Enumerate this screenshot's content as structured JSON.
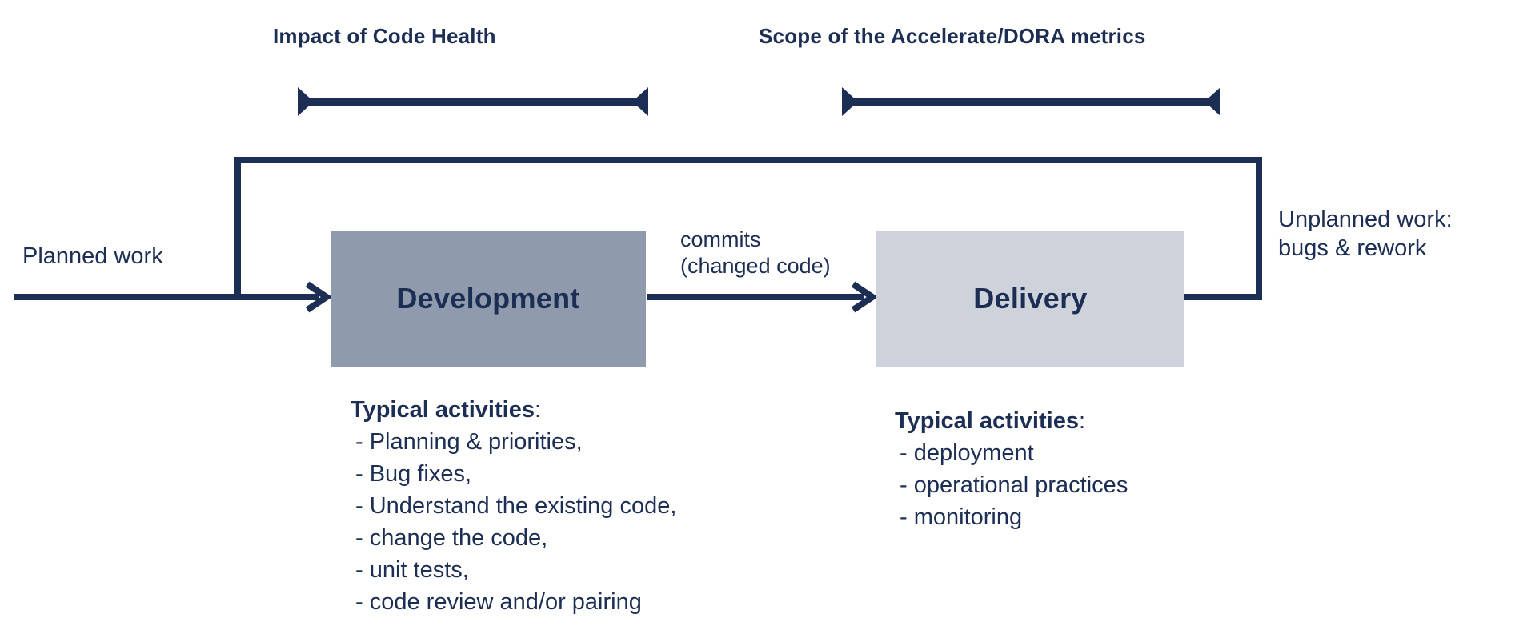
{
  "colors": {
    "navy": "#1d2e54",
    "devBoxFill": "#8f9aad",
    "deliveryBoxFill": "#ced3db",
    "background": "#ffffff"
  },
  "scopes": {
    "code_health": {
      "label": "Impact of Code Health"
    },
    "dora": {
      "label": "Scope of the Accelerate/DORA metrics"
    }
  },
  "flow": {
    "planned_work_label": "Planned work",
    "development_label": "Development",
    "delivery_label": "Delivery",
    "commits_line1": "commits",
    "commits_line2": "(changed code)",
    "unplanned_line1": "Unplanned work:",
    "unplanned_line2": "bugs & rework"
  },
  "development_activities": {
    "heading": "Typical activities",
    "heading_suffix": ":",
    "items": [
      "- Planning & priorities,",
      "- Bug fixes,",
      "- Understand the existing code,",
      "- change the code,",
      "- unit tests,",
      "- code review and/or pairing"
    ]
  },
  "delivery_activities": {
    "heading": "Typical activities",
    "heading_suffix": ":",
    "items": [
      "- deployment",
      "- operational practices",
      "- monitoring"
    ]
  }
}
